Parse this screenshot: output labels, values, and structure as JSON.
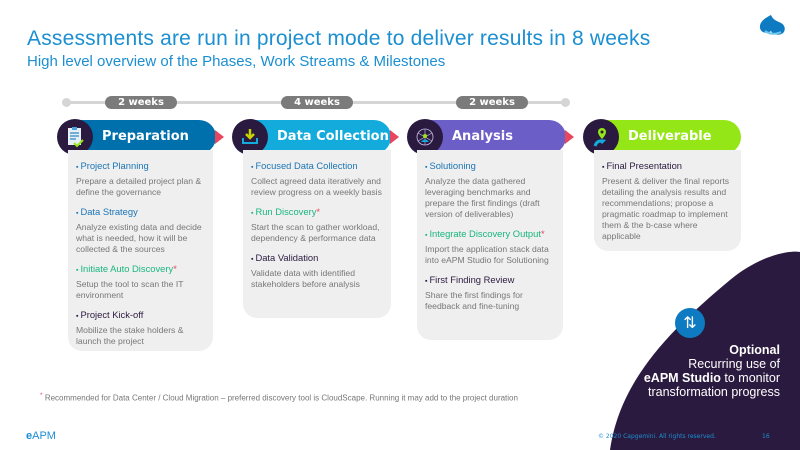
{
  "title": "Assessments are run in project mode to deliver results in 8 weeks",
  "subtitle": "High level overview of the Phases, Work Streams & Milestones",
  "timeline": [
    "2 weeks",
    "4 weeks",
    "2 weeks"
  ],
  "phases": [
    {
      "name": "Preparation",
      "color": "#0070ad",
      "icon": "clipboard-check-icon",
      "items": [
        {
          "title": "Project Planning",
          "desc": "Prepare a detailed project plan & define the governance"
        },
        {
          "title": "Data Strategy",
          "desc": "Analyze existing data and decide what is needed, how it will be collected & the sources"
        },
        {
          "title": "Initiate Auto Discovery",
          "desc": "Setup the tool to scan the IT environment"
        },
        {
          "title": "Project Kick-off",
          "desc": "Mobilize the stake holders & launch the project"
        }
      ]
    },
    {
      "name": "Data Collection",
      "color": "#12abdb",
      "icon": "download-tray-icon",
      "items": [
        {
          "title": "Focused Data Collection",
          "desc": "Collect agreed data iteratively and review progress on a weekly basis"
        },
        {
          "title": "Run Discovery",
          "desc": "Start the scan to gather workload, dependency & performance data"
        },
        {
          "title": "Data Validation",
          "desc": "Validate data with identified stakeholders before analysis"
        }
      ]
    },
    {
      "name": "Analysis",
      "color": "#6b5fc7",
      "icon": "network-person-icon",
      "items": [
        {
          "title": "Solutioning",
          "desc": "Analyze the data gathered leveraging benchmarks and prepare the first findings (draft version of deliverables)"
        },
        {
          "title": "Integrate Discovery Output",
          "desc": "Import the application stack data into eAPM Studio for Solutioning"
        },
        {
          "title": "First Finding Review",
          "desc": "Share the first findings for feedback and fine-tuning"
        }
      ]
    },
    {
      "name": "Deliverable",
      "color": "#95e616",
      "icon": "map-pin-road-icon",
      "items": [
        {
          "title": "Final Presentation",
          "desc": "Present & deliver the final reports detailing the analysis results and recommendations; propose a pragmatic roadmap to implement them & the b-case where applicable"
        }
      ]
    }
  ],
  "star": "*",
  "optional": {
    "title": "Optional",
    "line1": "Recurring use of",
    "bold": "eAPM Studio",
    "line2": " to monitor",
    "line3": "transformation progress"
  },
  "footnote_star": "*",
  "footnote": " Recommended for Data Center / Cloud Migration – preferred discovery tool is CloudScape. Running it may add to the project duration",
  "brand_e": "e",
  "brand_rest": "APM",
  "copyright": "© 2020 Capgemini. All rights reserved.",
  "page": "16"
}
